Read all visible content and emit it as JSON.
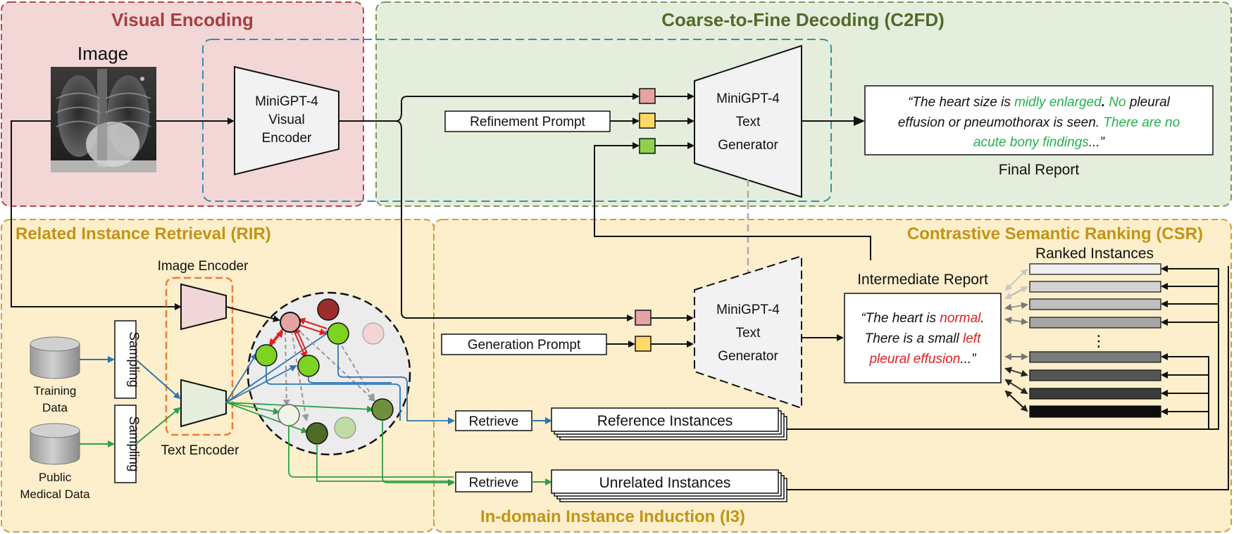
{
  "sections": {
    "visual_encoding": "Visual Encoding",
    "c2fd": "Coarse-to-Fine Decoding (C2FD)",
    "rir": "Related Instance Retrieval (RIR)",
    "csr": "Contrastive Semantic Ranking (CSR)",
    "i3": "In-domain Instance Induction (I3)"
  },
  "labels": {
    "image": "Image",
    "visual_encoder_1": "MiniGPT-4",
    "visual_encoder_2": "Visual",
    "visual_encoder_3": "Encoder",
    "text_gen_1": "MiniGPT-4",
    "text_gen_2": "Text",
    "text_gen_3": "Generator",
    "refinement_prompt": "Refinement Prompt",
    "generation_prompt": "Generation Prompt",
    "final_report": "Final Report",
    "intermediate_report": "Intermediate Report",
    "ranked_instances": "Ranked Instances",
    "image_encoder": "Image Encoder",
    "text_encoder": "Text Encoder",
    "sampling": "Sampling",
    "training_data_1": "Training",
    "training_data_2": "Data",
    "public_data_1": "Public",
    "public_data_2": "Medical Data",
    "retrieve": "Retrieve",
    "reference_instances": "Reference Instances",
    "unrelated_instances": "Unrelated Instances",
    "ellipsis": "⋮"
  },
  "final_report_text": {
    "l1a": "“The heart size is ",
    "l1b": "midly enlarged",
    "l1c": ". ",
    "l1d": "No",
    "l1e": " pleural",
    "l2a": "effusion or pneumothorax is seen. ",
    "l2b": "There are no",
    "l3a": "acute bony findings",
    "l3b": "...”"
  },
  "intermediate_report_text": {
    "l1a": "“The heart is ",
    "l1b": "normal",
    "l1c": ".",
    "l2a": "There is a small ",
    "l2b": "left",
    "l3a": "pleural effusion",
    "l3b": "...”"
  },
  "colors": {
    "visual_bg": "#f3d7d7",
    "visual_border": "#b5484a",
    "visual_title": "#a83e3f",
    "c2fd_bg": "#e5eedc",
    "c2fd_border": "#7d9a5c",
    "c2fd_title": "#4f6b2c",
    "rir_bg": "#fdefcb",
    "rir_border": "#c9a13a",
    "rir_title": "#c29416",
    "i3_title": "#c29416",
    "green_text": "#22b14c",
    "red_text": "#e02020",
    "token_red": "#e6a3a3",
    "token_yellow": "#ffd966",
    "token_green": "#8fd14f",
    "blue_arrow": "#2e75b6",
    "green_arrow": "#2ea043",
    "orange_border": "#ed7d31",
    "teal_border": "#3a8fa8"
  }
}
